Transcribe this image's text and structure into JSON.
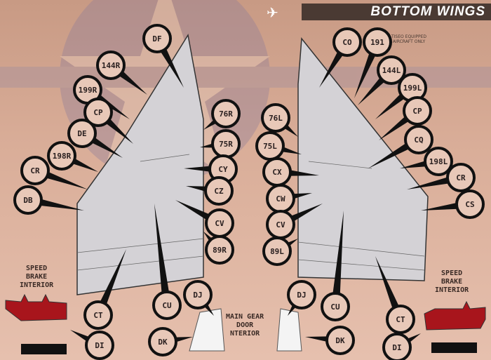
{
  "header": {
    "title": "BOTTOM WINGS",
    "icon": "jet-icon"
  },
  "note": {
    "line1": "TISEO EQUIPPED",
    "line2": "AIRCRAFT ONLY"
  },
  "captions": {
    "speed_brake_left": [
      "SPEED",
      "BRAKE",
      "INTERIOR"
    ],
    "speed_brake_right": [
      "SPEED",
      "BRAKE",
      "INTERIOR"
    ],
    "main_gear": [
      "MAIN GEAR",
      "DOOR",
      "NTERIOR"
    ]
  },
  "callouts_left": [
    "DF",
    "144R",
    "199R",
    "CP",
    "DE",
    "198R",
    "CR",
    "DB",
    "76R",
    "75R",
    "CY",
    "CZ",
    "CV",
    "89R",
    "CT",
    "CU",
    "DJ",
    "DK",
    "DI"
  ],
  "callouts_right": [
    "CO",
    "191",
    "144L",
    "199L",
    "CP",
    "CQ",
    "198L",
    "CR",
    "CS",
    "76L",
    "75L",
    "CX",
    "CW",
    "CV",
    "89L",
    "CU",
    "CT",
    "DJ",
    "DK",
    "DI"
  ],
  "colors": {
    "wing": "#d4d2d6",
    "red": "#a8151c",
    "banner": "#4a3a33"
  }
}
